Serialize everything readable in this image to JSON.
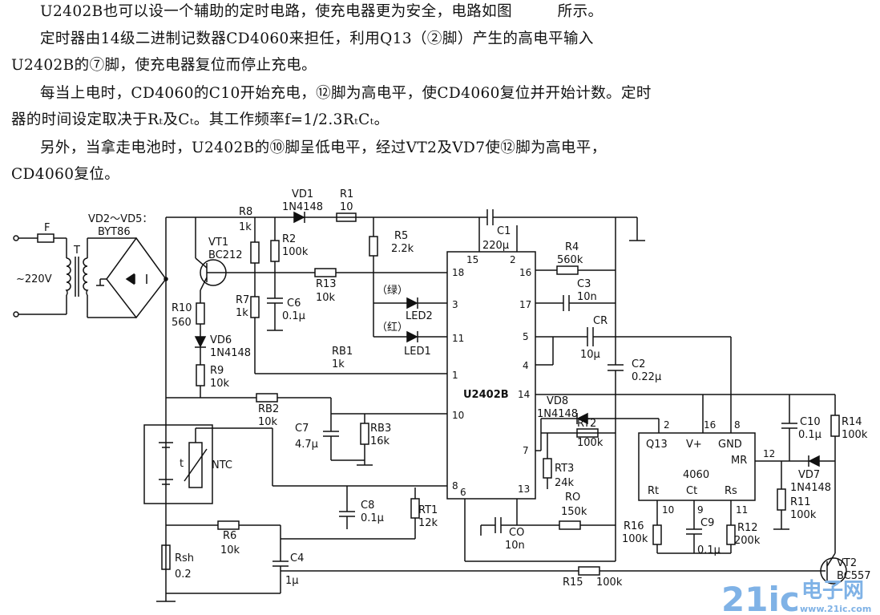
{
  "text": {
    "p1": "U2402B也可以设一个辅助的定时电路，使充电器更为安全，电路如图　　　所示。",
    "p2a": "定时器由14级二进制记数器CD4060来担任，利用Q13（②脚）产生的高电平输入",
    "p2b": "U2402B的⑦脚，使充电器复位而停止充电。",
    "p3a": "每当上电时，CD4060的C10开始充电，⑫脚为高电平，使CD4060复位并开始计数。定时",
    "p3b": "器的时间设定取决于Rₜ及Cₜ。其工作频率f=1/2.3RₜCₜ。",
    "p4a": "另外，当拿走电池时，U2402B的⑩脚呈低电平，经过VT2及VD7使⑫脚为高电平，",
    "p4b": "CD4060复位。"
  },
  "schematic": {
    "labels": {
      "F": "F",
      "ac": "~220V",
      "T": "T",
      "bridge1": "VD2～VD5：",
      "bridge2": "BYT86",
      "R8": "R8",
      "R8v": "1k",
      "VD1": "VD1",
      "VD1v": "1N4148",
      "R1": "R1",
      "R1v": "10",
      "C1": "C1",
      "C1v": "220μ",
      "VT1": "VT1",
      "VT1v": "BC212",
      "R2": "R2",
      "R2v": "100k",
      "R5": "R5",
      "R5v": "2.2k",
      "R4": "R4",
      "R4v": "560k",
      "R13": "R13",
      "R13v": "10k",
      "R7": "R7",
      "R7v": "1k",
      "C6": "C6",
      "C6v": "0.1μ",
      "green": "（绿）",
      "red": "（红）",
      "LED2": "LED2",
      "LED1": "LED1",
      "C3": "C3",
      "C3v": "10n",
      "CR": "CR",
      "CRv": "10μ",
      "C2": "C2",
      "C2v": "0.22μ",
      "R10": "R10",
      "R10v": "560",
      "VD6": "VD6",
      "VD6v": "1N4148",
      "R9": "R9",
      "R9v": "10k",
      "RB1": "RB1",
      "RB1v": "1k",
      "U": "U2402B",
      "RB2": "RB2",
      "RB2v": "10k",
      "C7": "C7",
      "C7v": "4.7μ",
      "RB3": "RB3",
      "RB3v": "16k",
      "VD8": "VD8",
      "VD8v": "1N4148",
      "RT2": "RT2",
      "RT2v": "100k",
      "RT3": "RT3",
      "RT3v": "24k",
      "RO": "RO",
      "ROv": "150k",
      "NTC": "NTC",
      "t": "t",
      "C8": "C8",
      "C8v": "0.1μ",
      "RT1": "RT1",
      "RT1v": "12k",
      "CO": "CO",
      "COv": "10n",
      "R16": "R16",
      "R16v": "100k",
      "R6": "R6",
      "R6v": "10k",
      "C4": "C4",
      "C4v": "1μ",
      "Rsh": "Rsh",
      "Rshv": "0.2",
      "R15": "R15",
      "R15v": "100k",
      "Q13": "Q13",
      "Vplus": "V+",
      "GND": "GND",
      "MR": "MR",
      "ic4060": "4060",
      "Rt": "Rt",
      "Ct": "Ct",
      "Rs": "Rs",
      "C9": "C9",
      "C9v": "0.1μ",
      "R12": "R12",
      "R12v": "200k",
      "C10": "C10",
      "C10v": "0.1μ",
      "R14": "R14",
      "R14v": "100k",
      "VD7": "VD7",
      "VD7v": "1N4148",
      "R11": "R11",
      "R11v": "100k",
      "VT2": "VT2",
      "VT2v": "BC557"
    },
    "u_pins": {
      "p15": "15",
      "p2": "2",
      "p18": "18",
      "p16": "16",
      "p3": "3",
      "p17": "17",
      "p11": "11",
      "p5": "5",
      "p4": "4",
      "p1": "1",
      "p14": "14",
      "p10": "10",
      "p7": "7",
      "p8": "8",
      "p6": "6",
      "p13": "13"
    },
    "ic_pins": {
      "p2": "2",
      "p16": "16",
      "p8": "8",
      "p12": "12",
      "p10": "10",
      "p9": "9",
      "p11": "11"
    }
  },
  "watermark": {
    "brand": "21ic",
    "cn": "电子网",
    "url": "www.21ic.com"
  },
  "colors": {
    "ink": "#111111",
    "watermark_blue": "#7fb2e6"
  }
}
